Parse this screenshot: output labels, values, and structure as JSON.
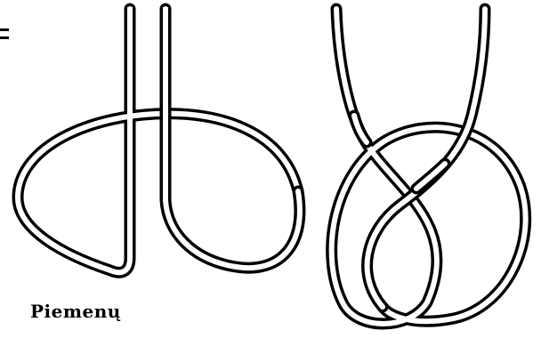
{
  "caption": {
    "text": "Piemenų"
  },
  "figures": [
    {
      "name": "loop-rope"
    },
    {
      "name": "knot-rope"
    }
  ]
}
